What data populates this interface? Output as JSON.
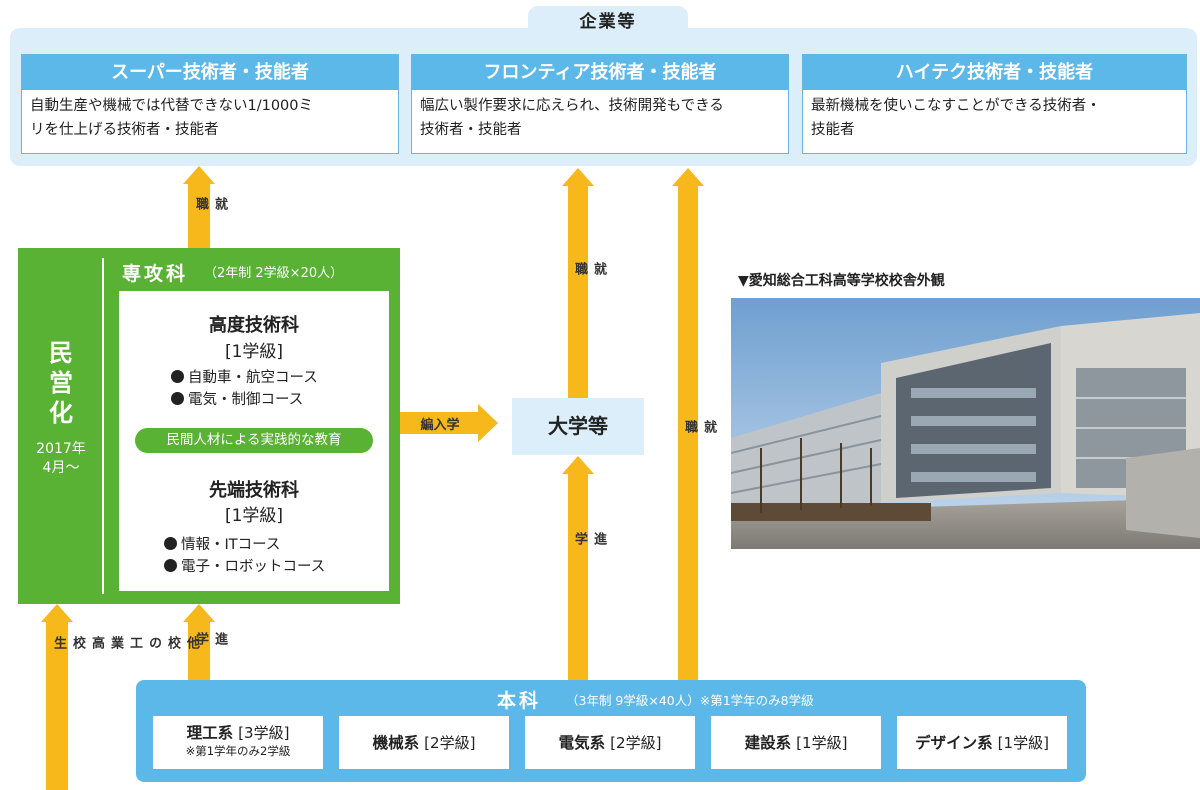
{
  "top": {
    "heading": "企業等",
    "engineers": [
      {
        "title": "スーパー技術者・技能者",
        "desc_lines": [
          "自動生産や機械では代替できない1/1000ミ",
          "リを仕上げる技術者・技能者"
        ]
      },
      {
        "title": "フロンティア技術者・技能者",
        "desc_lines": [
          "幅広い製作要求に応えられ、技術開発もできる",
          "技術者・技能者"
        ]
      },
      {
        "title": "ハイテク技術者・技能者",
        "desc_lines": [
          "最新機械を使いこなすことができる技術者・",
          "技能者"
        ]
      }
    ]
  },
  "arrows": {
    "shushoku": "就職",
    "shingaku": "進学",
    "hennyugaku": "編入学",
    "other_schools": "他校の工業高校生"
  },
  "minei": {
    "label_lines": [
      "民",
      "営",
      "化"
    ],
    "date_lines": [
      "2017年",
      "4月〜"
    ]
  },
  "senko": {
    "title": "専攻科",
    "sub": "（2年制 2学級×20人）",
    "courses": [
      {
        "name": "高度技術科",
        "grade": "[1学級]",
        "items": [
          "自動車・航空コース",
          "電気・制御コース"
        ]
      },
      {
        "name": "先端技術科",
        "grade": "[1学級]",
        "items": [
          "情報・ITコース",
          "電子・ロボットコース"
        ]
      }
    ],
    "pill": "民間人材による実践的な教育"
  },
  "university": "大学等",
  "photo": {
    "caption": "▼愛知総合工科高等学校校舎外観"
  },
  "honka": {
    "title": "本科",
    "sub": "（3年制 9学級×40人）※第1学年のみ8学級",
    "departments": [
      {
        "name": "理工系",
        "grade": "[3学級]",
        "note": "※第1学年のみ2学級"
      },
      {
        "name": "機械系",
        "grade": "[2学級]",
        "note": ""
      },
      {
        "name": "電気系",
        "grade": "[2学級]",
        "note": ""
      },
      {
        "name": "建設系",
        "grade": "[1学級]",
        "note": ""
      },
      {
        "name": "デザイン系",
        "grade": "[1学級]",
        "note": ""
      }
    ]
  },
  "colors": {
    "blue": "#5cb8e8",
    "light_blue": "#dbeef9",
    "green": "#59b233",
    "yellow": "#f6b81a"
  }
}
